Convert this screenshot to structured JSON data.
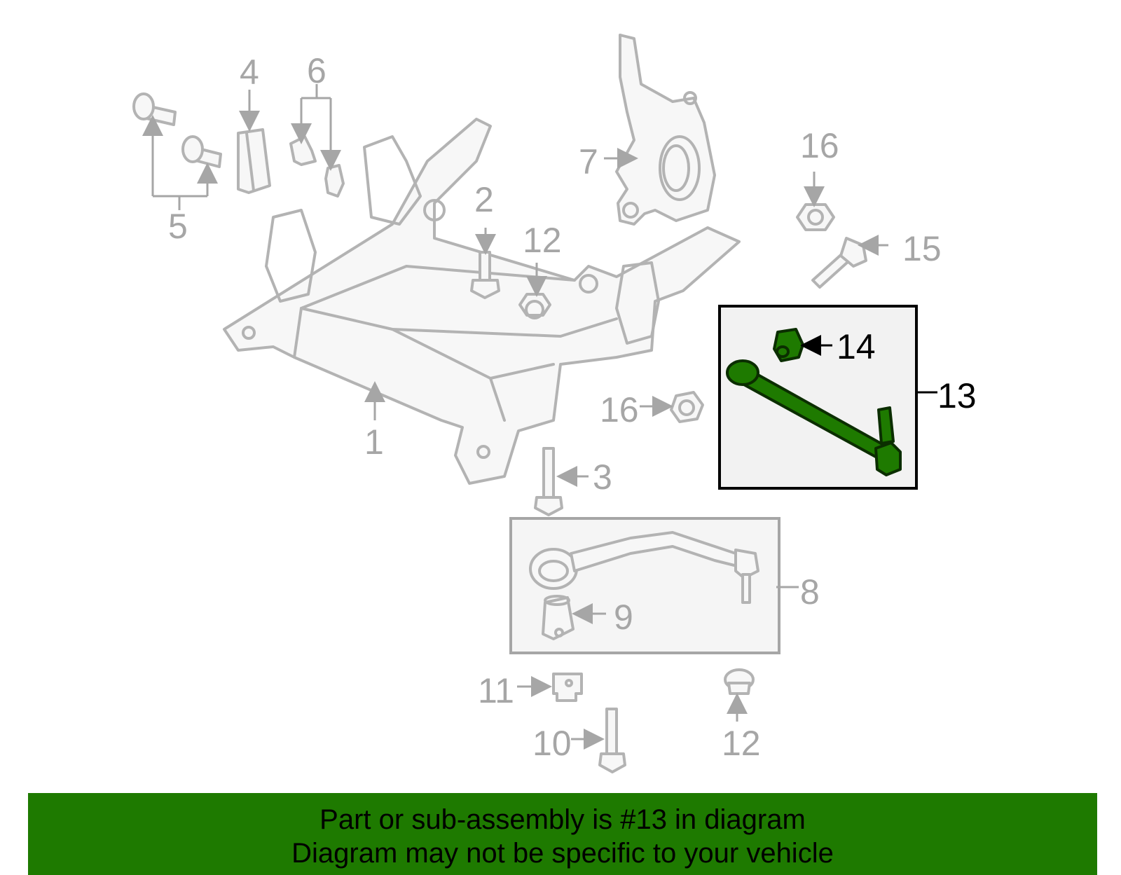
{
  "diagram": {
    "callouts": {
      "c1": "1",
      "c2": "2",
      "c3": "3",
      "c4": "4",
      "c5": "5",
      "c6": "6",
      "c7": "7",
      "c8": "8",
      "c9": "9",
      "c10": "10",
      "c11": "11",
      "c12a": "12",
      "c12b": "12",
      "c13": "13",
      "c14": "14",
      "c15": "15",
      "c16a": "16",
      "c16b": "16"
    },
    "highlight_part": "13",
    "highlight_color": "#1e7a00",
    "line_color": "#a6a6a6"
  },
  "banner": {
    "line1": "Part or sub-assembly is #13 in diagram",
    "line2": "Diagram may not be specific to your vehicle",
    "color": "#1e7a00"
  }
}
